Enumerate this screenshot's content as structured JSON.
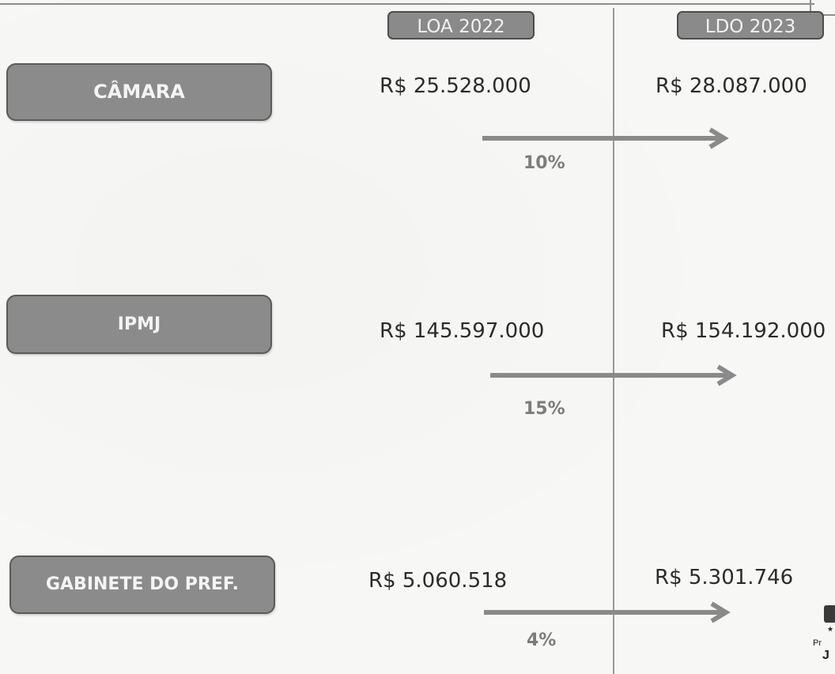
{
  "columns": {
    "left_label": "LOA 2022",
    "right_label": "LDO 2023"
  },
  "rows": [
    {
      "entity": "CÂMARA",
      "loa_2022": "R$ 25.528.000",
      "ldo_2023": "R$ 28.087.000",
      "growth": "10%"
    },
    {
      "entity": "IPMJ",
      "loa_2022": "R$ 145.597.000",
      "ldo_2023": "R$ 154.192.000",
      "growth": "15%"
    },
    {
      "entity": "GABINETE DO PREF.",
      "loa_2022": "R$ 5.060.518",
      "ldo_2023": "R$ 5.301.746",
      "growth": "4%"
    }
  ],
  "logo_fragment": {
    "line1": "Pr",
    "line2": "J"
  },
  "colors": {
    "entity_fill": "#8b8b8b",
    "arrow": "#8a8a8a",
    "percent_text": "#7c7c7c"
  }
}
